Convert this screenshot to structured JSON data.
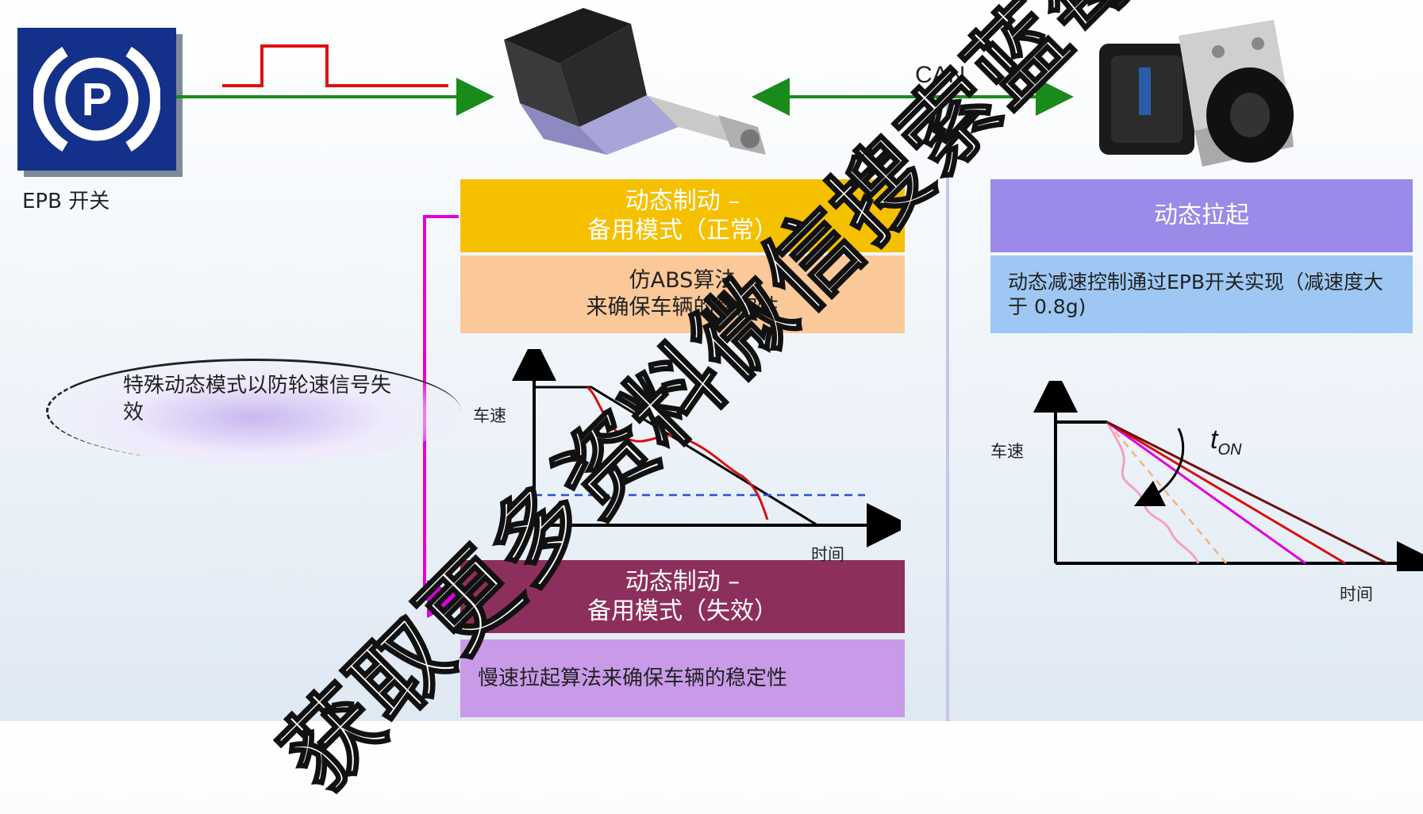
{
  "epb_switch": {
    "symbol": "P",
    "label": "EPB 开关",
    "icon": "parking-brake-icon"
  },
  "can_label": "CAN",
  "components": {
    "actuator_icon": "epb-caliper-actuator-icon",
    "abs_icon": "abs-esp-module-icon"
  },
  "boxes": {
    "dynamic_brake_backup_normal": {
      "title": "动态制动 –\n备用模式（正常）",
      "desc": "仿ABS算法\n来确保车辆的稳定性"
    },
    "dynamic_brake_backup_fail": {
      "title": "动态制动 –\n备用模式（失效）",
      "desc": "慢速拉起算法来确保车辆的稳定性"
    },
    "dynamic_apply": {
      "title": "动态拉起",
      "desc": "动态减速控制通过EPB开关实现（减速度大于 0.8g)"
    }
  },
  "ellipse_note": "特殊动态模式以防轮速信号失效",
  "charts": {
    "left": {
      "ylabel": "车速",
      "xlabel": "时间"
    },
    "right": {
      "ylabel": "车速",
      "xlabel": "时间",
      "annotation": "t",
      "annotation_sub": "ON"
    }
  },
  "watermark": "获取更多资料微信搜索蓝莓",
  "colors": {
    "epb_bg": "#13308a",
    "signal_red": "#e01010",
    "arrow_green": "#1a8a1a",
    "magenta": "#e000e0",
    "normal_title": "#f5c000",
    "normal_desc": "#fbc89a",
    "fail_title": "#8d2f5c",
    "fail_desc": "#c99ae8",
    "apply_title": "#9b8ae8",
    "apply_desc": "#9ec8f3",
    "divider": "#c6c6ec"
  }
}
